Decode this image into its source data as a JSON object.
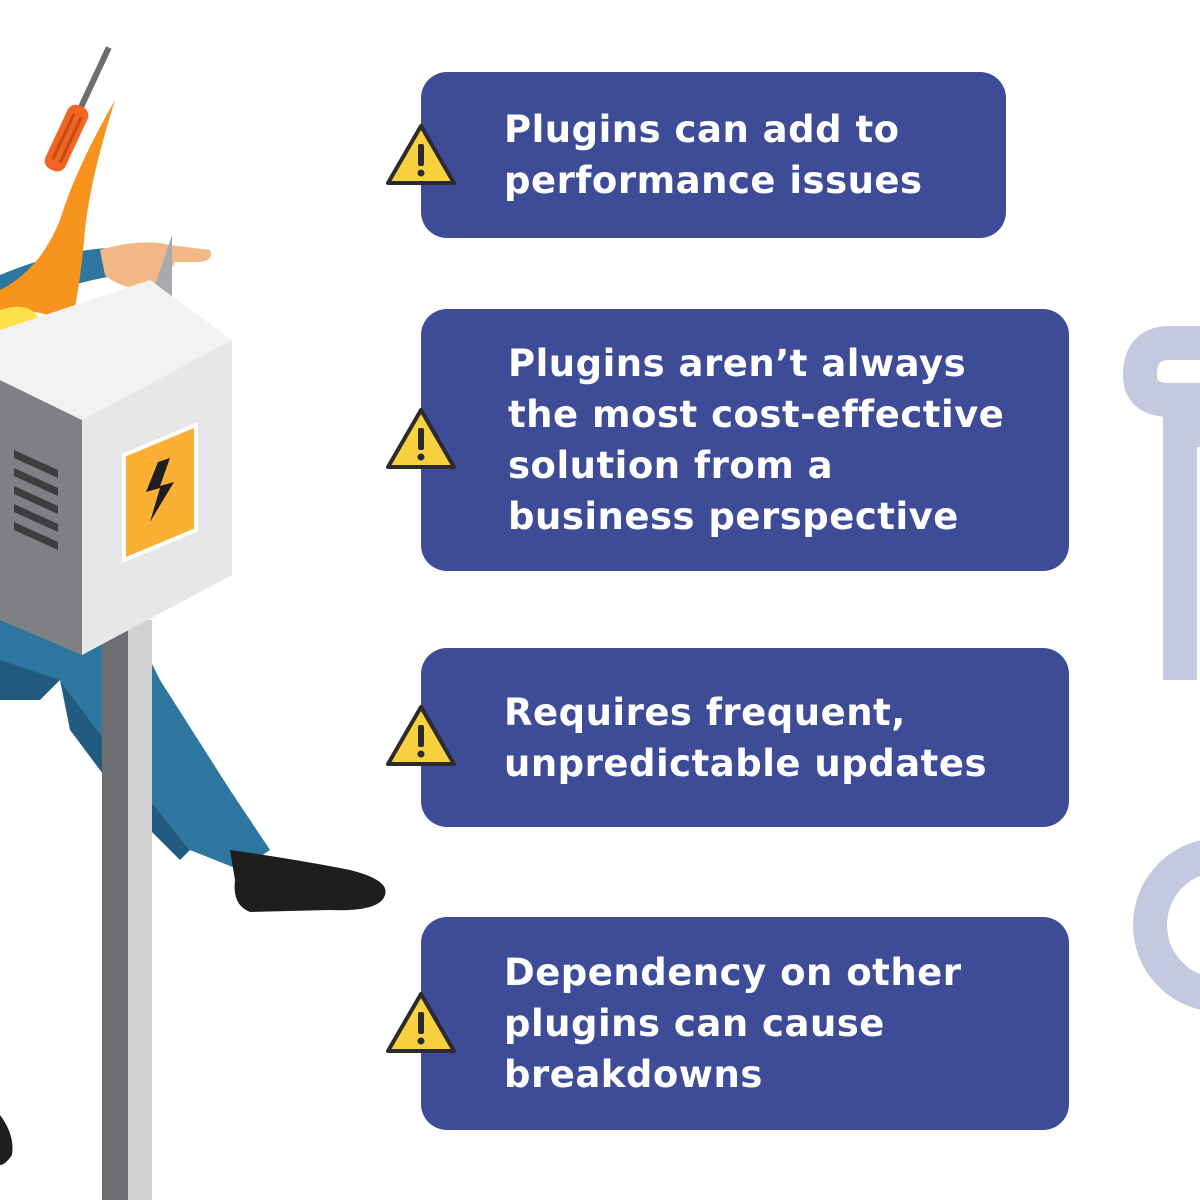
{
  "colors": {
    "card_background": "#3e4b97",
    "card_text": "#ffffff",
    "warning_fill": "#f7d23e",
    "warning_stroke": "#2b2b2b",
    "decor_ring": "#c5c9e0"
  },
  "icons": {
    "warning": "warning-triangle-icon",
    "bolt": "lightning-bolt-icon",
    "screwdriver": "screwdriver-icon"
  },
  "items": [
    {
      "text": "Plugins can add to\nperformance issues"
    },
    {
      "text": "Plugins aren’t always\nthe most cost-effective\nsolution from a\nbusiness perspective"
    },
    {
      "text": "Requires frequent,\nunpredictable updates"
    },
    {
      "text": "Dependency on other\nplugins can cause\nbreakdowns"
    }
  ]
}
